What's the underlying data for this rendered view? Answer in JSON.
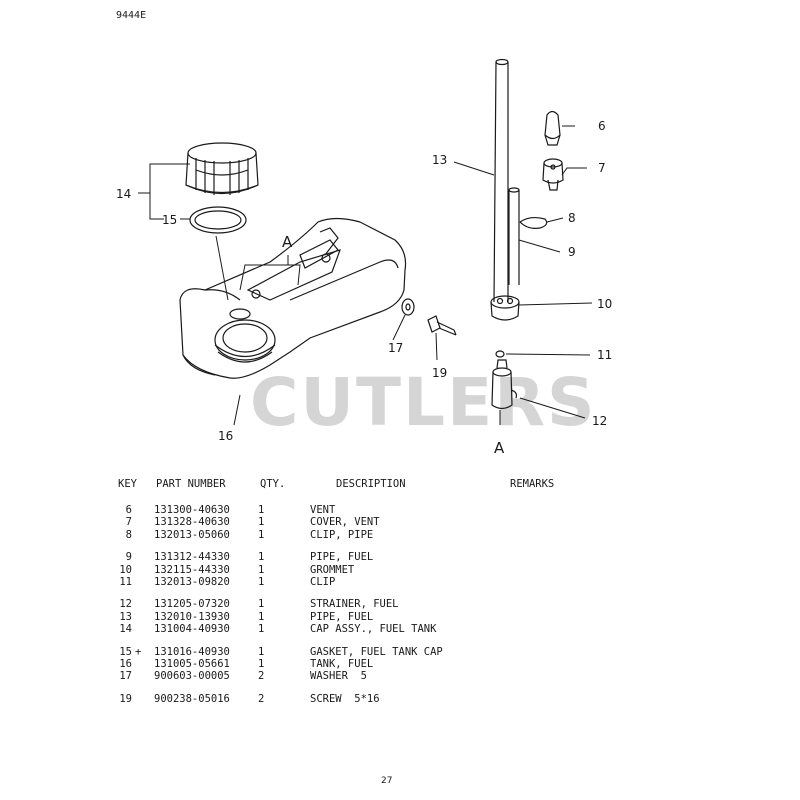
{
  "doc_id": "9444E",
  "watermark": "CUTLERS",
  "callouts": {
    "c6": "6",
    "c7": "7",
    "c8": "8",
    "c9": "9",
    "c10": "10",
    "c11": "11",
    "c12": "12",
    "c13": "13",
    "c14": "14",
    "c15": "15",
    "c16": "16",
    "c17": "17",
    "c19": "19",
    "a_top": "A",
    "a_bottom": "A"
  },
  "table": {
    "headers": {
      "key": "KEY",
      "part": "PART NUMBER",
      "qty": "QTY.",
      "desc": "DESCRIPTION",
      "remarks": "REMARKS"
    },
    "groups": [
      [
        {
          "key": "6",
          "mark": "",
          "part": "131300-40630",
          "qty": "1",
          "desc": "VENT"
        },
        {
          "key": "7",
          "mark": "",
          "part": "131328-40630",
          "qty": "1",
          "desc": "COVER, VENT"
        },
        {
          "key": "8",
          "mark": "",
          "part": "132013-05060",
          "qty": "1",
          "desc": "CLIP, PIPE"
        }
      ],
      [
        {
          "key": "9",
          "mark": "",
          "part": "131312-44330",
          "qty": "1",
          "desc": "PIPE, FUEL"
        },
        {
          "key": "10",
          "mark": "",
          "part": "132115-44330",
          "qty": "1",
          "desc": "GROMMET"
        },
        {
          "key": "11",
          "mark": "",
          "part": "132013-09820",
          "qty": "1",
          "desc": "CLIP"
        }
      ],
      [
        {
          "key": "12",
          "mark": "",
          "part": "131205-07320",
          "qty": "1",
          "desc": "STRAINER, FUEL"
        },
        {
          "key": "13",
          "mark": "",
          "part": "132010-13930",
          "qty": "1",
          "desc": "PIPE, FUEL"
        },
        {
          "key": "14",
          "mark": "",
          "part": "131004-40930",
          "qty": "1",
          "desc": "CAP ASSY., FUEL TANK"
        }
      ],
      [
        {
          "key": "15",
          "mark": "+",
          "part": "131016-40930",
          "qty": "1",
          "desc": "GASKET, FUEL TANK CAP"
        },
        {
          "key": "16",
          "mark": "",
          "part": "131005-05661",
          "qty": "1",
          "desc": "TANK, FUEL"
        },
        {
          "key": "17",
          "mark": "",
          "part": "900603-00005",
          "qty": "2",
          "desc": "WASHER  5"
        }
      ],
      [
        {
          "key": "19",
          "mark": "",
          "part": "900238-05016",
          "qty": "2",
          "desc": "SCREW  5*16"
        }
      ]
    ]
  },
  "page_number": "27"
}
